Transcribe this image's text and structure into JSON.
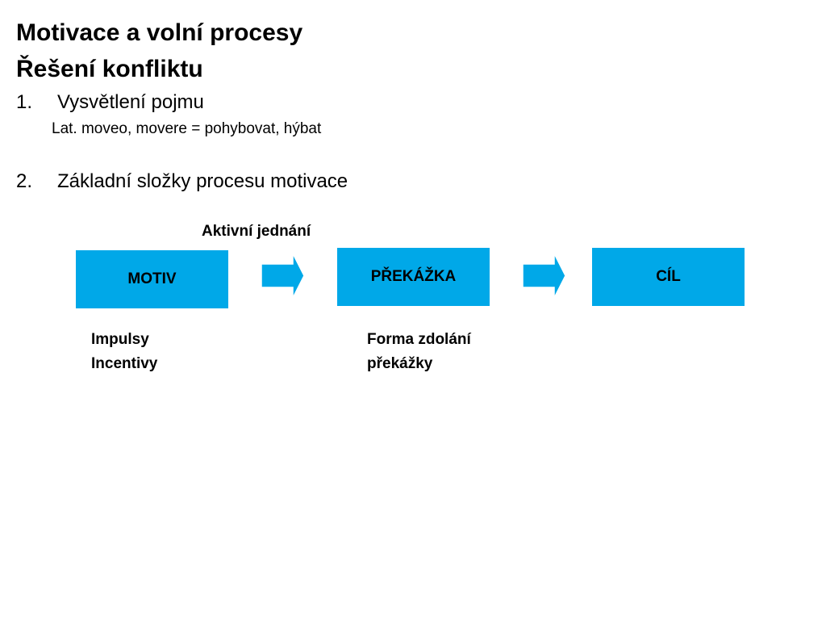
{
  "slide": {
    "title_line1": "Motivace a volní procesy",
    "title_line2": "Řešení konfliktu",
    "items": [
      {
        "number": "1.",
        "text": "Vysvětlení pojmu",
        "subtext": "Lat. moveo, movere = pohybovat, hýbat"
      },
      {
        "number": "2.",
        "text": "Základní složky procesu motivace"
      }
    ]
  },
  "diagram": {
    "action_label": "Aktivní jednání",
    "boxes": [
      {
        "label": "MOTIV"
      },
      {
        "label": "PŘEKÁŽKA"
      },
      {
        "label": "CÍL"
      }
    ],
    "motiv_notes": [
      "Impulsy",
      "Incentivy"
    ],
    "obstacle_notes": [
      "Forma zdolání",
      "překážky"
    ],
    "colors": {
      "box_fill": "#00a8e8",
      "arrow_fill": "#00a8e8"
    },
    "arrow_icon": "right-block-arrow"
  }
}
